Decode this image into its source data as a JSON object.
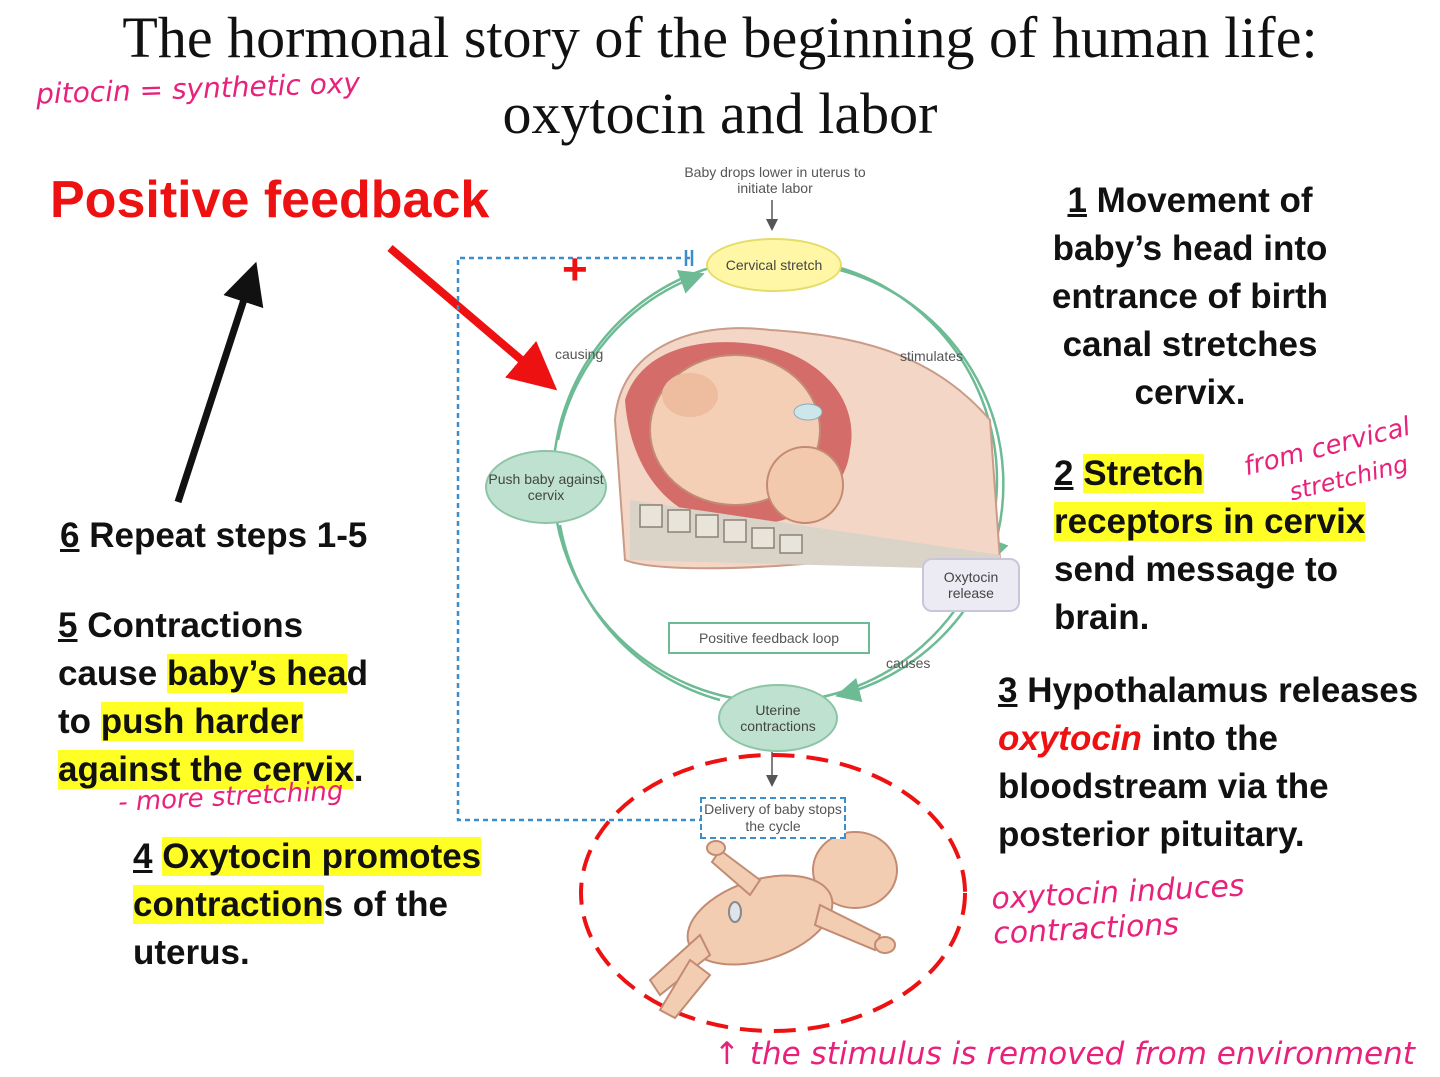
{
  "title": {
    "line1": "The hormonal story of the beginning of human life:",
    "line2": "oxytocin and labor"
  },
  "annotations": {
    "pitocin": "pitocin = synthetic oxy",
    "more_stretching": "- more stretching",
    "from_cervical": "from cervical",
    "stretching": "stretching",
    "oxytocin_induces": "oxytocin induces contractions",
    "stimulus_removed": "↑ the stimulus is removed from environment"
  },
  "positive_feedback": "Positive feedback",
  "diagram": {
    "top_label": "Baby drops lower in uterus to initiate labor",
    "plus": "+",
    "cervical_stretch": "Cervical stretch",
    "stimulates": "stimulates",
    "causing": "causing",
    "push_baby": "Push baby against cervix",
    "oxytocin_release": "Oxytocin release",
    "loop_label": "Positive feedback loop",
    "causes": "causes",
    "uterine_contractions": "Uterine contractions",
    "delivery": "Delivery of baby stops the cycle"
  },
  "steps": {
    "s1": {
      "num": "1",
      "text": "Movement of baby’s head into entrance of birth canal stretches cervix."
    },
    "s2": {
      "num": "2",
      "a": "Stretch",
      "b": "receptors in cervix",
      "c": "send message to brain."
    },
    "s3": {
      "num": "3",
      "a": "Hypothalamus releases ",
      "b": "oxytocin",
      "c": " into the bloodstream via the posterior pituitary."
    },
    "s4": {
      "num": "4",
      "a": "Oxytocin promotes",
      "b": "contraction",
      "c": "s of the",
      "d": "uterus."
    },
    "s5": {
      "num": "5",
      "a": "Contractions",
      "b": "cause ",
      "c": "baby’s hea",
      "d": "d",
      "e": "to ",
      "f": "push harder",
      "g": "against the cervix",
      "h": "."
    },
    "s6": {
      "num": "6",
      "text": "Repeat steps 1-5"
    }
  },
  "colors": {
    "red": "#ee1111",
    "highlight": "#ffff26",
    "handwriting": "#e8217a",
    "loop_green": "#6dbb95",
    "dashed_blue": "#3a8ec9"
  }
}
